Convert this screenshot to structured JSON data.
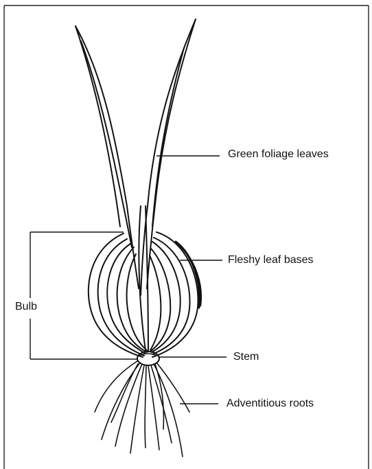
{
  "labels": {
    "foliage": "Green foliage leaves",
    "leaf_bases": "Fleshy leaf bases",
    "bulb": "Bulb",
    "stem": "Stem",
    "roots": "Adventitious roots"
  },
  "colors": {
    "ink": "#111111",
    "background": "#ffffff",
    "frame": "#222222"
  }
}
